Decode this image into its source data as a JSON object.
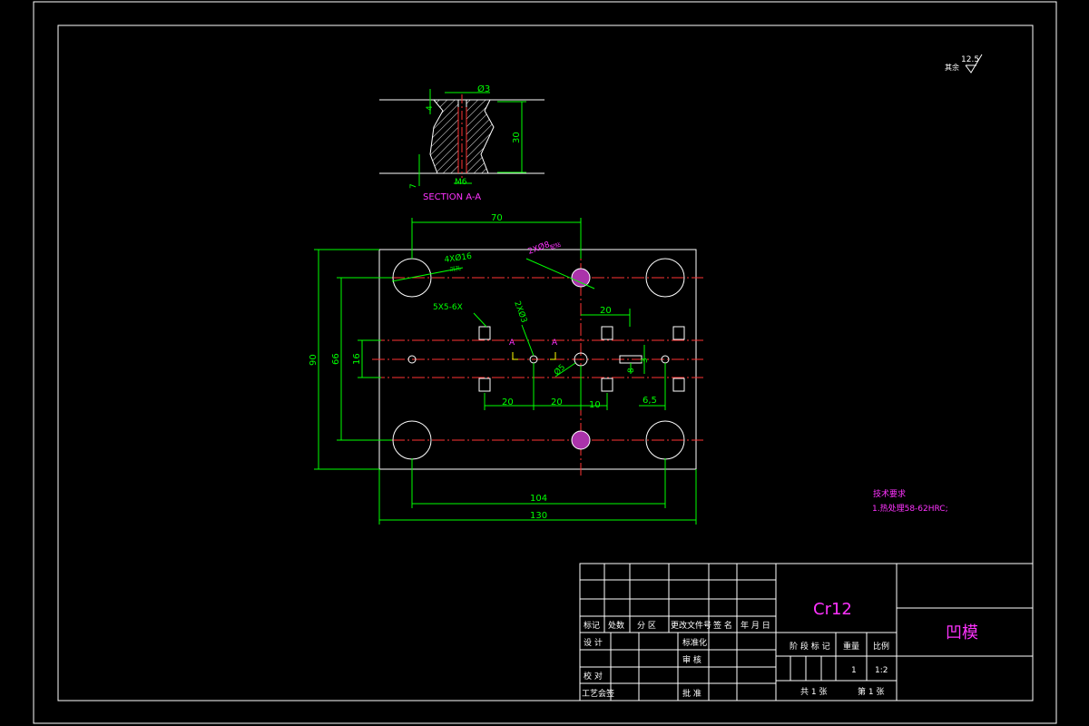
{
  "drawing": {
    "roughness": {
      "value": "12.5",
      "prefix": "其余"
    },
    "section": {
      "label": "SECTION A-A",
      "dims": {
        "dia": "Ø3",
        "height": "30",
        "thread": "M6",
        "top": "4",
        "bottom": "7"
      }
    },
    "plan": {
      "dims": {
        "d70": "70",
        "d104": "104",
        "d130": "130",
        "d90": "90",
        "d66": "66",
        "d16": "16",
        "d20a": "20",
        "d20b": "20",
        "d10": "10",
        "d20c": "20",
        "d6_5": "6,5",
        "d8": "8",
        "d3": "3"
      },
      "notes": {
        "holes4": "4XØ16",
        "holes4_sub": "沉孔",
        "pins2": "2XØ8",
        "pins2_sub": "配钻",
        "slots": "5X5-6X",
        "holes_small": "2XØ3",
        "hole_big": "Ø5",
        "cut_a1": "A",
        "cut_a2": "A"
      }
    },
    "tech": {
      "title": "技术要求",
      "line1": "1.热处理58-62HRC;"
    }
  },
  "title_block": {
    "material": "Cr12",
    "part_name": "凹模",
    "headers": [
      "标记",
      "处数",
      "分 区",
      "更改文件号",
      "签 名",
      "年 月 日"
    ],
    "rows": {
      "design": "设 计",
      "standard": "标准化",
      "review": "审 核",
      "check": "校 对",
      "process": "工艺会签",
      "approve": "批 准"
    },
    "stage_label": "阶 段 标 记",
    "weight_label": "重量",
    "scale_label": "比例",
    "quantity": "1",
    "scale": "1:2",
    "total_sheets": "共 1 张",
    "sheet_no": "第 1 张"
  }
}
